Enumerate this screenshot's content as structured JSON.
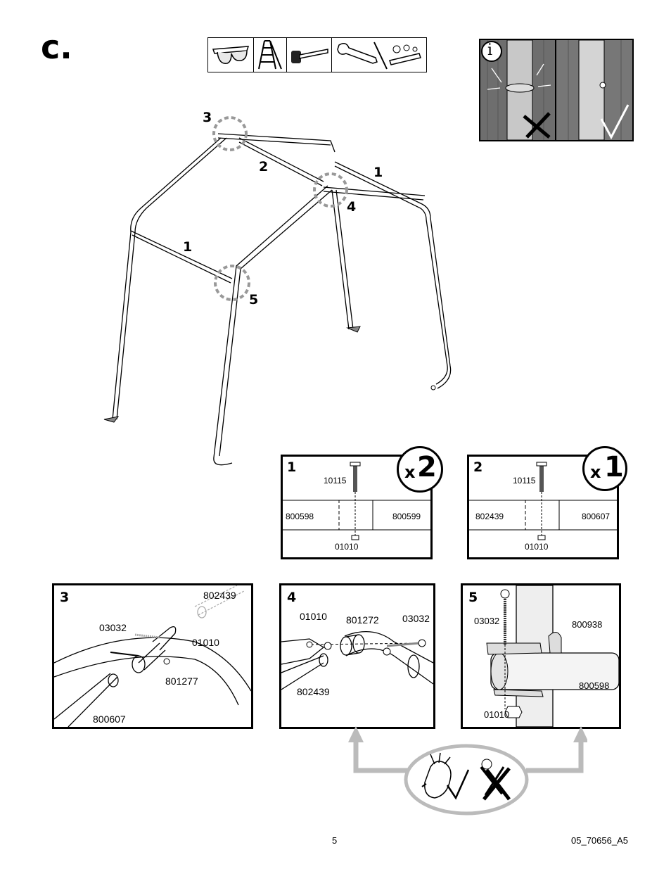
{
  "step_letter": "c.",
  "tools": [
    "safety-glasses-icon",
    "step-ladder-icon",
    "mallet-icon",
    "wrench-icon",
    "socket-set-icon"
  ],
  "info_icon": "i",
  "frame_callouts": {
    "c1": "3",
    "c2": "2",
    "c3": "1",
    "c4": "4",
    "c5": "1",
    "c6": "5"
  },
  "panel1": {
    "number": "1",
    "qty": "x",
    "qty_num": "2",
    "bolt": "10115",
    "left_part": "800598",
    "right_part": "800599",
    "nut": "01010"
  },
  "panel2": {
    "number": "2",
    "qty": "x",
    "qty_num": "1",
    "bolt": "10115",
    "left_part": "802439",
    "right_part": "800607",
    "nut": "01010"
  },
  "panel3": {
    "number": "3",
    "p_top": "802439",
    "p_bolt": "03032",
    "p_nut": "01010",
    "p_elbow": "801277",
    "p_pipe": "800607"
  },
  "panel4": {
    "number": "4",
    "p_nut": "01010",
    "p_elbow": "801272",
    "p_bolt": "03032",
    "p_pipe": "802439"
  },
  "panel5": {
    "number": "5",
    "p_bolt": "03032",
    "p_bracket": "800938",
    "p_pipe": "800598",
    "p_nut": "01010"
  },
  "footer": {
    "page": "5",
    "doc_code": "05_70656_A5"
  }
}
